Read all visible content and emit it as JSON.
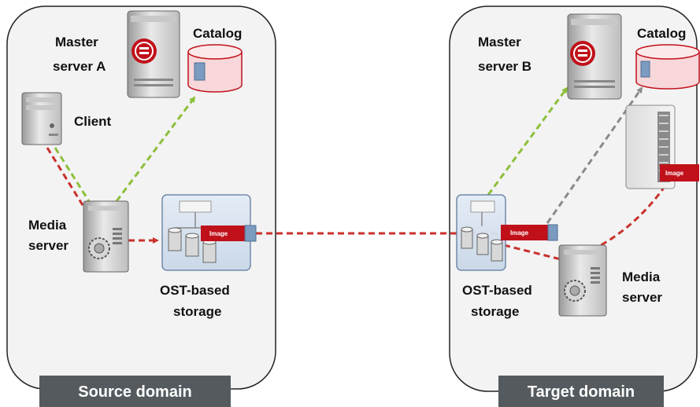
{
  "source_domain": {
    "title": "Source domain",
    "master_server": [
      "Master",
      "server A"
    ],
    "catalog": "Catalog",
    "client": "Client",
    "media_server": [
      "Media",
      "server"
    ],
    "storage": [
      "OST-based",
      "storage"
    ],
    "image_tag": "Image"
  },
  "target_domain": {
    "title": "Target domain",
    "master_server": [
      "Master",
      "server B"
    ],
    "catalog": "Catalog",
    "media_server": [
      "Media",
      "server"
    ],
    "storage": [
      "OST-based",
      "storage"
    ],
    "image_tag": "Image",
    "server_image_tag": "Image"
  },
  "colors": {
    "panel_fill": "#f3f3f3",
    "panel_border": "#222222",
    "domain_bar": "#545a5e",
    "red_line": "#c9302c",
    "green_line": "#8cbf3a",
    "gray_line": "#8a8a8a",
    "image_tag": "#c0111a",
    "catalog_fill": "#f7d7d9",
    "catalog_border": "#c0111a"
  }
}
